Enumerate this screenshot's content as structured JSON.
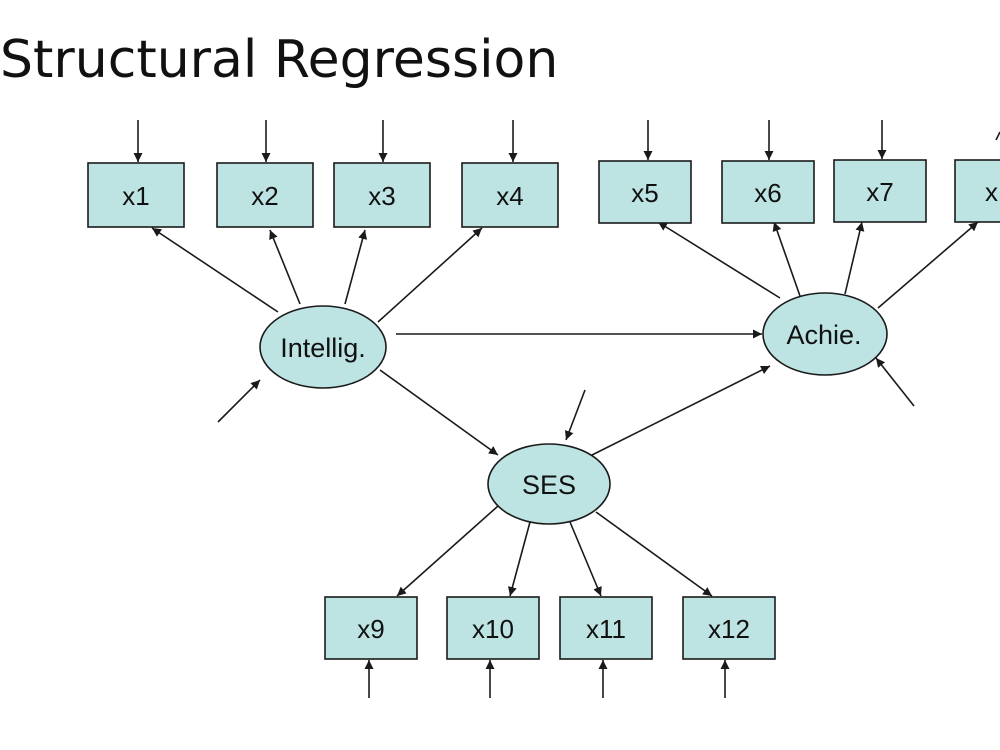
{
  "title": "Structural Regression",
  "colors": {
    "node_fill": "#bde3e3",
    "stroke": "#1a1a1a",
    "text": "#111111"
  },
  "latent": {
    "intellig": "Intellig.",
    "achie": "Achie.",
    "ses": "SES"
  },
  "indicators": {
    "x1": "x1",
    "x2": "x2",
    "x3": "x3",
    "x4": "x4",
    "x5": "x5",
    "x6": "x6",
    "x7": "x7",
    "x8": "x",
    "x9": "x9",
    "x10": "x10",
    "x11": "x11",
    "x12": "x12"
  }
}
